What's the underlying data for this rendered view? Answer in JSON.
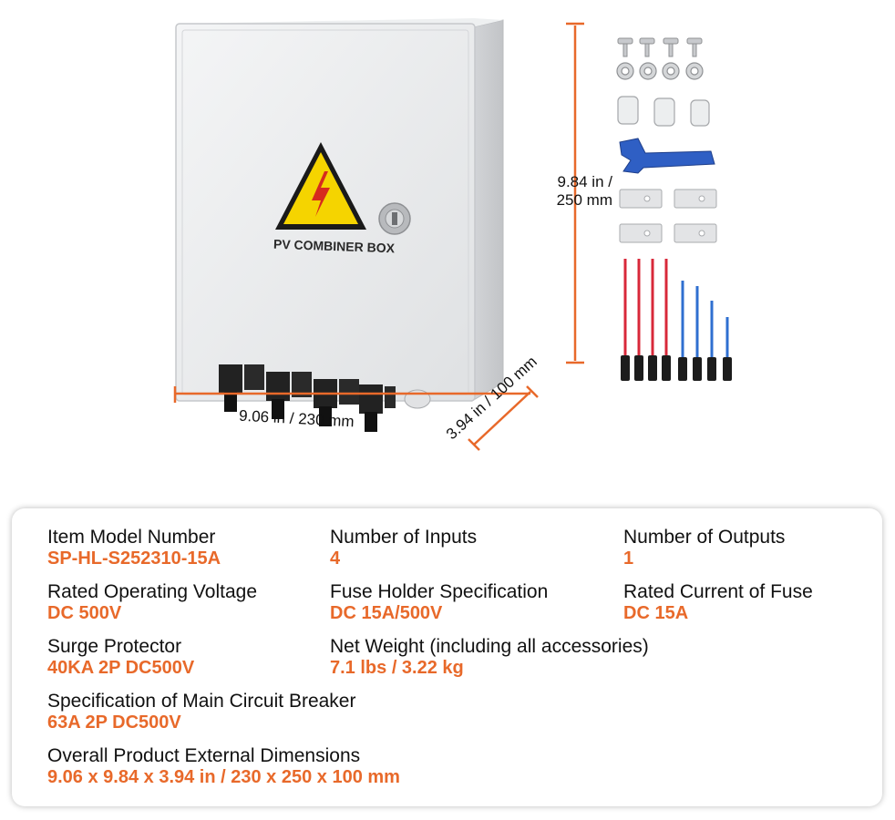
{
  "product": {
    "box_label": "PV COMBINER BOX",
    "dimensions": {
      "height": "9.84 in / 250 mm",
      "height_line1": "9.84 in /",
      "height_line2": "250 mm",
      "width": "9.06 in / 230 mm",
      "depth": "3.94 in / 100 mm"
    }
  },
  "colors": {
    "accent": "#e8692a",
    "warning_yellow": "#f5d400",
    "enclosure": "#e9eaec",
    "wire_red": "#d8283a",
    "wire_blue": "#2f6fd0"
  },
  "specs": [
    {
      "label": "Item Model Number",
      "value": "SP-HL-S252310-15A"
    },
    {
      "label": "Number of Inputs",
      "value": "4"
    },
    {
      "label": "Number of Outputs",
      "value": "1"
    },
    {
      "label": "Rated Operating Voltage",
      "value": "DC 500V"
    },
    {
      "label": "Fuse Holder Specification",
      "value": "DC 15A/500V"
    },
    {
      "label": "Rated Current of Fuse",
      "value": "DC 15A"
    },
    {
      "label": "Surge Protector",
      "value": "40KA 2P DC500V"
    },
    {
      "label": "Net Weight (including all accessories)",
      "value": "7.1 lbs / 3.22 kg"
    },
    {
      "label": "Specification of Main Circuit Breaker",
      "value": "63A 2P DC500V"
    },
    {
      "label": "Overall Product External Dimensions",
      "value": "9.06 x 9.84 x 3.94 in / 230 x 250 x 100 mm"
    }
  ]
}
